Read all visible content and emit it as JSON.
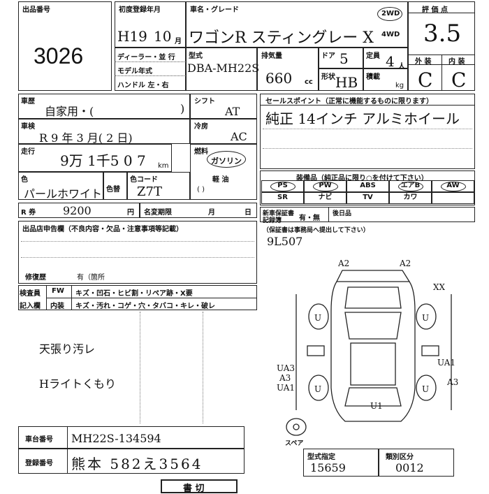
{
  "header": {
    "lot_label": "出品番号",
    "lot_number": "3026",
    "first_reg_label": "初度登録年月",
    "first_reg_value": "H19",
    "first_reg_month": "10",
    "month_unit": "月",
    "name_label": "車名・グレード",
    "name_value": "ワゴンR スティングレー X",
    "drive_2wd": "2WD",
    "drive_4wd": "4WD",
    "score_label": "評 価 点",
    "score_value": "3.5"
  },
  "row2": {
    "dealer_label": "ディーラー・並 行",
    "model_year_label": "モデル年式",
    "handle_label": "ハンドル 左・右",
    "model_label": "型式",
    "model_value": "DBA-MH22S",
    "disp_label": "排気量",
    "disp_value": "660",
    "disp_unit": "cc",
    "door_label": "ドア",
    "door_value": "5",
    "capacity_label": "定員",
    "capacity_value": "4",
    "capacity_unit": "人",
    "shape_label": "形状",
    "shape_value": "HB",
    "load_label": "積載",
    "load_unit": "kg",
    "exterior_label": "外 装",
    "interior_label": "内 装",
    "exterior_value": "C",
    "interior_value": "C"
  },
  "left": {
    "history_label": "車歴",
    "history_value": "自家用・(",
    "history_close": ")",
    "inspection_label": "車検",
    "inspection_value": "R 9 年 3 月( 2 日)",
    "mileage_label": "走行",
    "mileage_value": "9万 1千5 0 7",
    "mileage_unit": "km",
    "color_label": "色",
    "color_value": "パールホワイト",
    "color_change_label": "色替",
    "color_code_label": "色コード",
    "color_code_value": "Z7T",
    "recycle_label": "R 券",
    "recycle_value": "9200",
    "yen": "円",
    "name_change_label": "名変期限",
    "month": "月",
    "day": "日"
  },
  "mid": {
    "shift_label": "シフト",
    "shift_value": "AT",
    "aircon_label": "冷房",
    "aircon_value": "AC",
    "fuel_label": "燃料",
    "fuel_value": "ガソリン",
    "light_oil": "軽 油",
    "paren": "(            )"
  },
  "sales": {
    "label": "セールスポイント（正常に機能するものに限ります）",
    "value": "純正 14インチ アルミホイール"
  },
  "equipment": {
    "label": "装備品（純正品に限り○を付けて下さい）",
    "row1": [
      "PS",
      "PW",
      "ABS",
      "エアB",
      "AW"
    ],
    "row2": [
      "SR",
      "ナビ",
      "TV",
      "カワ",
      ""
    ],
    "circled": [
      "PS",
      "PW",
      "エアB",
      "AW"
    ]
  },
  "warranty": {
    "new_car_label": "新車保証書",
    "new_car_value": "有・無",
    "record_label": "記録簿",
    "later_label": "後日品",
    "note": "（保証書は事務局へ提出して下さい）",
    "handwritten": "9L507"
  },
  "report": {
    "label": "出品店申告欄（不良内容・欠品・注意事項等記載）",
    "repair_label": "修復歴",
    "repair_value": "有（箇所"
  },
  "legend": {
    "inspector_label": "検査員",
    "entry_label": "記入欄",
    "fw_label": "FW",
    "fw_items": "キズ・凹石・ヒビ割・リペア跡・X要",
    "interior_label": "内装",
    "interior_items": "キズ・汚れ・コゲ・穴・タバコ・キレ・破レ"
  },
  "notes": {
    "line1": "天張り汚レ",
    "line2": "Hライトくもり"
  },
  "diagram": {
    "marks": [
      "A2",
      "A2",
      "XX",
      "U",
      "U",
      "U",
      "U",
      "UA3",
      "A3",
      "UA1",
      "UA1",
      "A3",
      "U1"
    ],
    "spare_label": "スペア"
  },
  "bottom": {
    "chassis_label": "車台番号",
    "chassis_value": "MH22S-134594",
    "reg_label": "登録番号",
    "reg_value": "熊本 582え3564",
    "type_spec_label": "型式指定",
    "type_spec_value": "15659",
    "class_label": "類別区分",
    "class_value": "0012",
    "button_label": "書 切"
  }
}
